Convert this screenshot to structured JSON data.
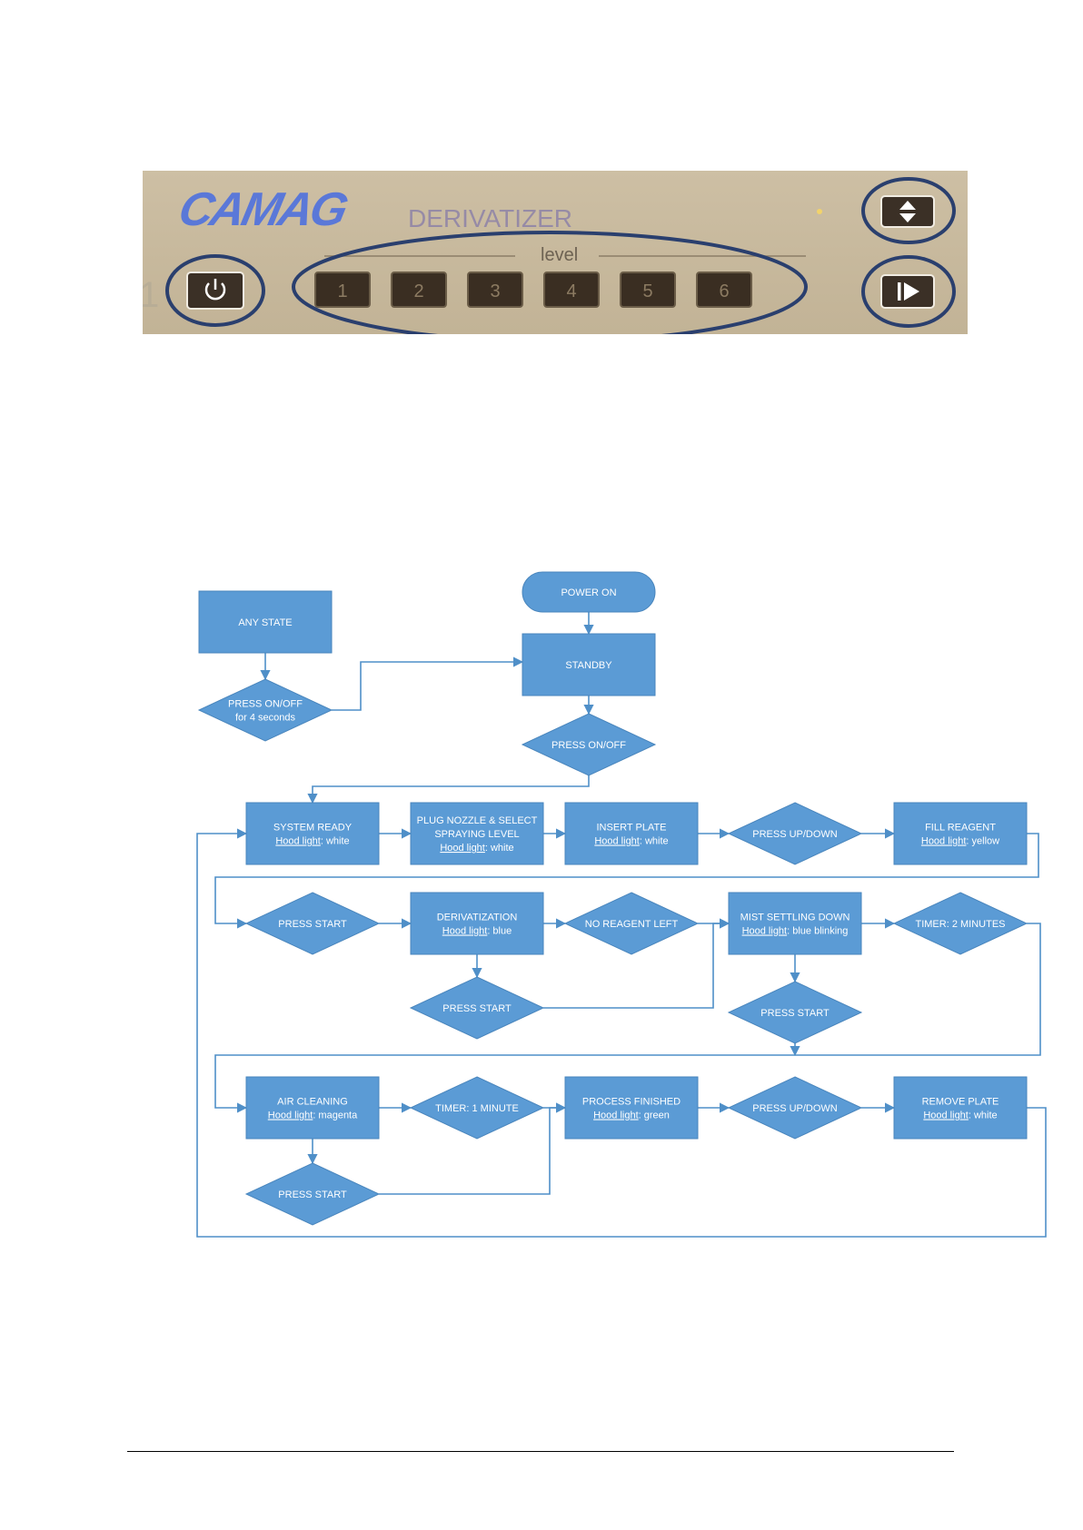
{
  "panel": {
    "brand": "CAMAG",
    "product": "DERIVATIZER",
    "level_label": "level",
    "side_number": "1",
    "power_icon": "power-icon",
    "updown_icon": "up-down-icon",
    "start_icon": "start-icon",
    "level_buttons": [
      "1",
      "2",
      "3",
      "4",
      "5",
      "6"
    ],
    "colors": {
      "panel": "#c9bba0",
      "button": "#3a2e22",
      "highlight": "#2a3f6e",
      "brand": "#5a78d8"
    }
  },
  "flow": {
    "colors": {
      "box": "#5b9bd5",
      "line": "#4f8fc8",
      "text": "#ffffff"
    },
    "nodes": {
      "power_on": {
        "text": [
          "POWER ON"
        ]
      },
      "any_state": {
        "text": [
          "ANY STATE"
        ]
      },
      "standby": {
        "text": [
          "STANDBY"
        ]
      },
      "press_onoff_4s": {
        "text": [
          "PRESS ON/OFF",
          "for 4 seconds"
        ]
      },
      "press_onoff": {
        "text": [
          "PRESS ON/OFF"
        ]
      },
      "system_ready": {
        "text": [
          "SYSTEM READY"
        ],
        "hood": "white"
      },
      "plug_nozzle": {
        "text": [
          "PLUG NOZZLE & SELECT",
          "SPRAYING LEVEL"
        ],
        "hood": "white"
      },
      "insert_plate": {
        "text": [
          "INSERT PLATE"
        ],
        "hood": "white"
      },
      "press_updown_1": {
        "text": [
          "PRESS UP/DOWN"
        ]
      },
      "fill_reagent": {
        "text": [
          "FILL REAGENT"
        ],
        "hood": "yellow"
      },
      "press_start_1": {
        "text": [
          "PRESS START"
        ]
      },
      "derivatization": {
        "text": [
          "DERIVATIZATION"
        ],
        "hood": "blue"
      },
      "no_reagent": {
        "text": [
          "NO REAGENT LEFT"
        ]
      },
      "mist_settling": {
        "text": [
          "MIST SETTLING DOWN"
        ],
        "hood": "blue blinking"
      },
      "timer_2": {
        "text": [
          "TIMER: 2 MINUTES"
        ]
      },
      "press_start_2": {
        "text": [
          "PRESS START"
        ]
      },
      "press_start_3": {
        "text": [
          "PRESS START"
        ]
      },
      "air_cleaning": {
        "text": [
          "AIR CLEANING"
        ],
        "hood": "magenta"
      },
      "timer_1": {
        "text": [
          "TIMER: 1 MINUTE"
        ]
      },
      "process_finished": {
        "text": [
          "PROCESS FINISHED"
        ],
        "hood": "green"
      },
      "press_updown_2": {
        "text": [
          "PRESS UP/DOWN"
        ]
      },
      "remove_plate": {
        "text": [
          "REMOVE PLATE"
        ],
        "hood": "white"
      },
      "press_start_4": {
        "text": [
          "PRESS START"
        ]
      }
    },
    "hood_label": "Hood light"
  }
}
